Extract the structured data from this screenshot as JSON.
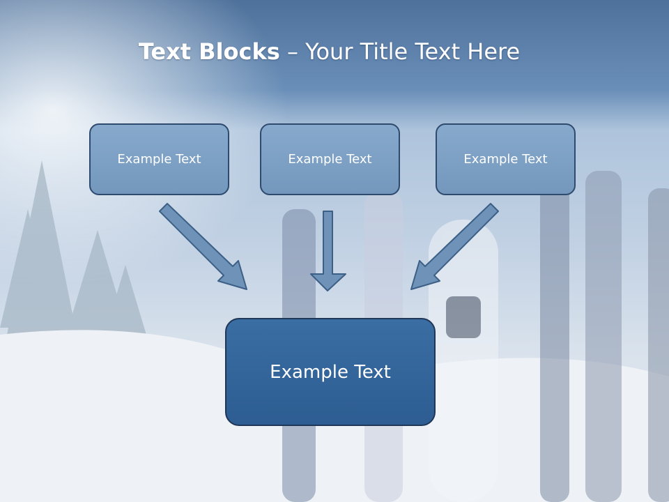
{
  "slide": {
    "title_bold": "Text Blocks",
    "title_dash": "–",
    "title_rest": "Your Title Text Here"
  },
  "blocks": [
    {
      "label": "Example Text"
    },
    {
      "label": "Example Text"
    },
    {
      "label": "Example Text"
    }
  ],
  "target": {
    "label": "Example Text"
  },
  "colors": {
    "header": "#5f84ad",
    "small_box": "#7b9dc2",
    "big_box": "#336499",
    "arrow_fill": "#6f93b8",
    "arrow_stroke": "#3c5f86"
  },
  "icons": [
    "arrow-down-right-icon",
    "arrow-down-icon",
    "arrow-down-left-icon"
  ]
}
